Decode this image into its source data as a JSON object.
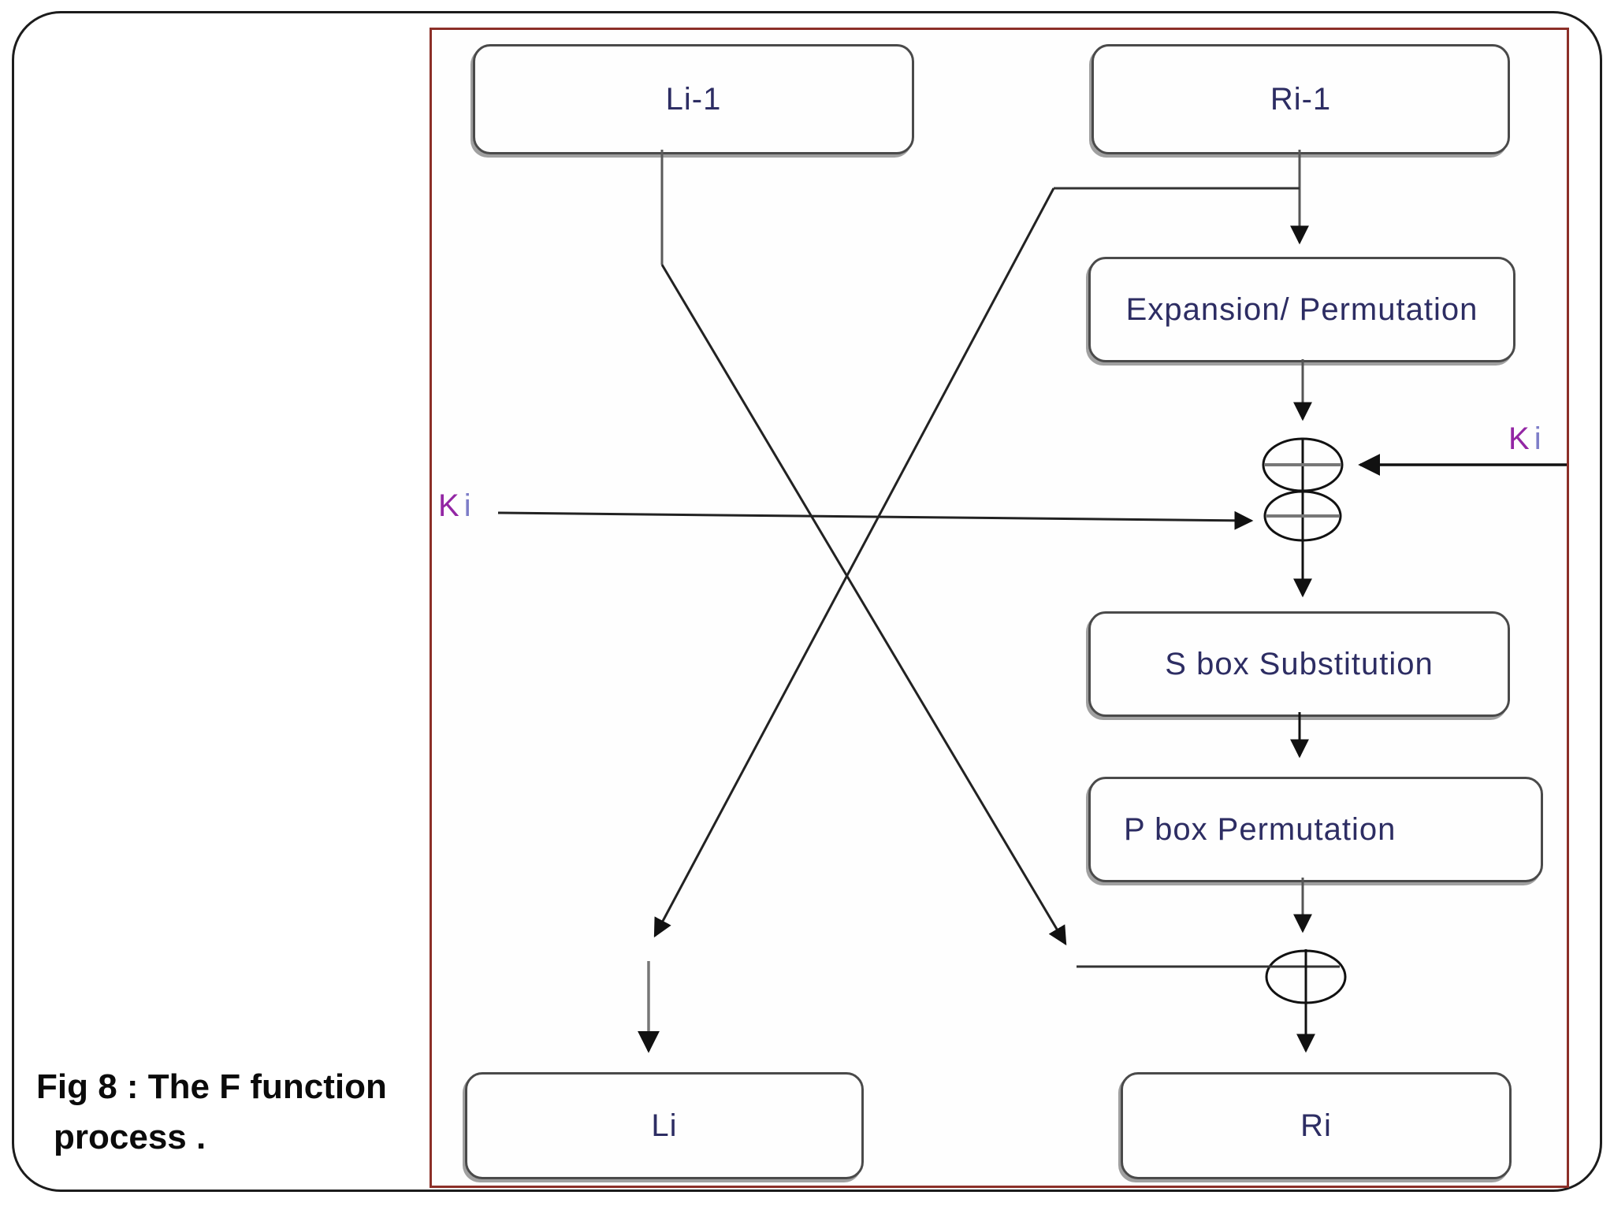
{
  "caption": {
    "line1": "Fig 8 : The F function",
    "line2": "process ."
  },
  "diagram": {
    "nodes": {
      "li_prev": {
        "label": "Li-1"
      },
      "ri_prev": {
        "label": "Ri-1"
      },
      "expansion": {
        "label": "Expansion/ Permutation"
      },
      "sbox": {
        "label": "S box Substitution"
      },
      "pbox": {
        "label": "P box Permutation"
      },
      "li_out": {
        "label": "Li"
      },
      "ri_out": {
        "label": "Ri"
      }
    },
    "key_labels": {
      "ki_left": "Ki",
      "ki_right": "Ki"
    },
    "xor_nodes": [
      "key-xor-upper",
      "key-xor-lower",
      "output-xor"
    ],
    "xor_symbol": "⊕",
    "edges": [
      {
        "from": "Li-1",
        "to": "output-xor"
      },
      {
        "from": "Ri-1",
        "to": "Expansion/ Permutation"
      },
      {
        "from": "Ri-1",
        "to": "Li"
      },
      {
        "from": "Expansion/ Permutation",
        "to": "key-xor-upper"
      },
      {
        "from": "Ki (right)",
        "to": "key-xor-upper"
      },
      {
        "from": "Ki (left)",
        "to": "key-xor-lower"
      },
      {
        "from": "key-xor-lower",
        "to": "S box Substitution"
      },
      {
        "from": "S box Substitution",
        "to": "P box Permutation"
      },
      {
        "from": "P box Permutation",
        "to": "output-xor"
      },
      {
        "from": "output-xor",
        "to": "Ri"
      }
    ],
    "colors": {
      "frame_border": "#1c1c1c",
      "diagram_border": "#8c2f28",
      "node_border": "#4a4a4a",
      "node_text": "#2d2d63",
      "ki_text_k": "#9326a4",
      "ki_text_i": "#7d7dc8",
      "connector": "#1c1c1c",
      "background": "#ffffff"
    }
  }
}
